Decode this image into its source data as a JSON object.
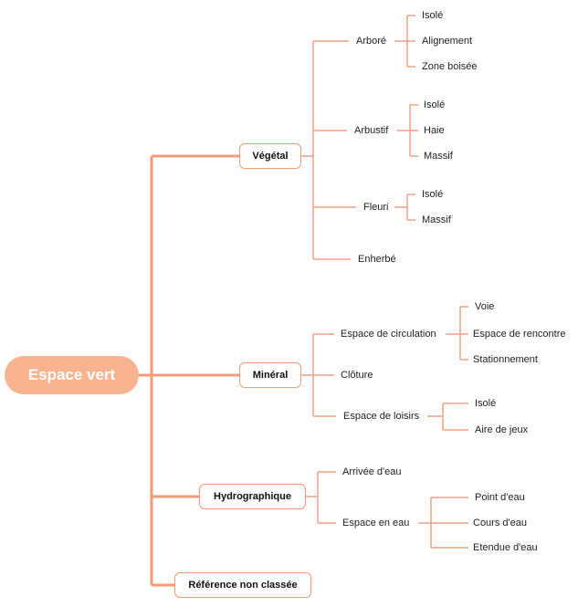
{
  "colors": {
    "root_fill": "#f9b48f",
    "root_text": "#ffffff",
    "line_main": "#f29b7a",
    "line_branch": "#f0a184",
    "box_border": "#f59a72"
  },
  "root": "Espace vert",
  "vegetal": {
    "label": "Végétal",
    "arbore": {
      "label": "Arboré",
      "children": [
        "Isolé",
        "Alignement",
        "Zone boisée"
      ]
    },
    "arbustif": {
      "label": "Arbustif",
      "children": [
        "Isolé",
        "Haie",
        "Massif"
      ]
    },
    "fleuri": {
      "label": "Fleuri",
      "children": [
        "Isolé",
        "Massif"
      ]
    },
    "enherbe": "Enherbé"
  },
  "mineral": {
    "label": "Minéral",
    "circulation": {
      "label": "Espace de circulation",
      "children": [
        "Voie",
        "Espace de rencontre",
        "Stationnement"
      ]
    },
    "cloture": "Clôture",
    "loisirs": {
      "label": "Espace de loisirs",
      "children": [
        "Isolé",
        "Aire de jeux"
      ]
    }
  },
  "hydrographique": {
    "label": "Hydrographique",
    "arrivee": "Arrivée d'eau",
    "espace_eau": {
      "label": "Espace en eau",
      "children": [
        "Point d'eau",
        "Cours d'eau",
        "Etendue d'eau"
      ]
    }
  },
  "reference": "Référence non classée"
}
